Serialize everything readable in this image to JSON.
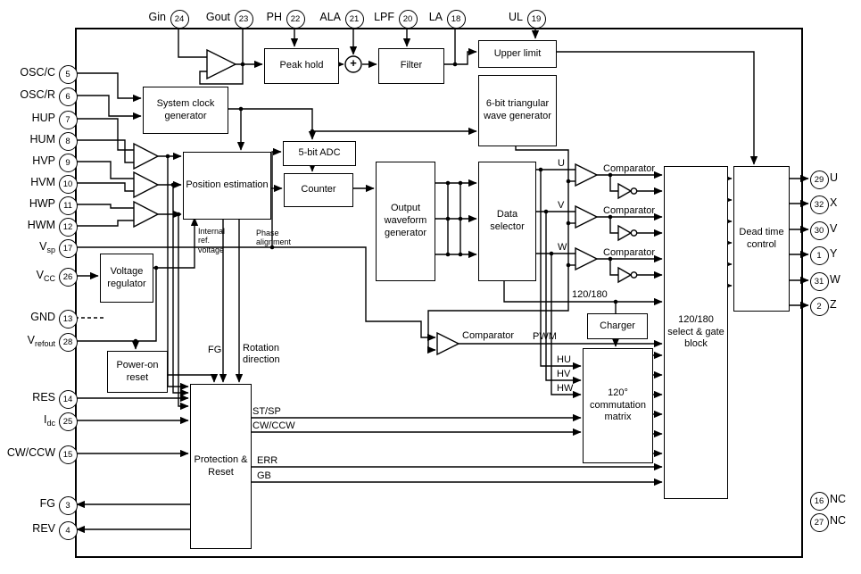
{
  "colors": {
    "background": "#ffffff",
    "line": "#000000"
  },
  "blocks": {
    "peak_hold": "Peak hold",
    "filter": "Filter",
    "upper_limit": "Upper limit",
    "tri_gen": "6-bit triangular wave generator",
    "sys_clock": "System clock generator",
    "pos_est": "Position estimation",
    "adc": "5-bit ADC",
    "counter": "Counter",
    "owg": "Output waveform generator",
    "data_sel": "Data selector",
    "dead_time": "Dead time control",
    "volt_reg": "Voltage regulator",
    "charger": "Charger",
    "power_on": "Power-on reset",
    "protection": "Protection & Reset",
    "comm_matrix": "120° commutation matrix",
    "gate_block": "120/180 select & gate block"
  },
  "labels": {
    "comparator_u": "Comparator",
    "comparator_v": "Comparator",
    "comparator_w": "Comparator",
    "comparator_pwm": "Comparator",
    "pwm": "PWM",
    "sig_u": "U",
    "sig_v": "V",
    "sig_w": "W",
    "hu": "HU",
    "hv": "HV",
    "hw": "HW",
    "mode": "120/180",
    "st_sp": "ST/SP",
    "cw_ccw": "CW/CCW",
    "err": "ERR",
    "gb": "GB",
    "fg": "FG",
    "rotation_direction": "Rotation direction",
    "internal_ref": "Internal ref. voltage",
    "phase_alignment": "Phase alignment",
    "sum_plus": "+"
  },
  "pins": {
    "top": [
      {
        "label": "Gin",
        "sub": "",
        "num": "24"
      },
      {
        "label": "Gout",
        "sub": "",
        "num": "23"
      },
      {
        "label": "PH",
        "sub": "",
        "num": "22"
      },
      {
        "label": "ALA",
        "sub": "",
        "num": "21"
      },
      {
        "label": "LPF",
        "sub": "",
        "num": "20"
      },
      {
        "label": "LA",
        "sub": "",
        "num": "18"
      },
      {
        "label": "UL",
        "sub": "",
        "num": "19"
      }
    ],
    "left": [
      {
        "label": "OSC/C",
        "sub": "",
        "num": "5"
      },
      {
        "label": "OSC/R",
        "sub": "",
        "num": "6"
      },
      {
        "label": "HUP",
        "sub": "",
        "num": "7"
      },
      {
        "label": "HUM",
        "sub": "",
        "num": "8"
      },
      {
        "label": "HVP",
        "sub": "",
        "num": "9"
      },
      {
        "label": "HVM",
        "sub": "",
        "num": "10"
      },
      {
        "label": "HWP",
        "sub": "",
        "num": "11"
      },
      {
        "label": "HWM",
        "sub": "",
        "num": "12"
      },
      {
        "label": "V",
        "sub": "sp",
        "num": "17"
      },
      {
        "label": "V",
        "sub": "CC",
        "num": "26"
      },
      {
        "label": "GND",
        "sub": "",
        "num": "13"
      },
      {
        "label": "V",
        "sub": "refout",
        "num": "28"
      },
      {
        "label": "RES",
        "sub": "",
        "num": "14"
      },
      {
        "label": "I",
        "sub": "dc",
        "num": "25"
      },
      {
        "label": "CW/CCW",
        "sub": "",
        "num": "15"
      },
      {
        "label": "FG",
        "sub": "",
        "num": "3"
      },
      {
        "label": "REV",
        "sub": "",
        "num": "4"
      }
    ],
    "right": [
      {
        "label": "U",
        "sub": "",
        "num": "29"
      },
      {
        "label": "X",
        "sub": "",
        "num": "32"
      },
      {
        "label": "V",
        "sub": "",
        "num": "30"
      },
      {
        "label": "Y",
        "sub": "",
        "num": "1"
      },
      {
        "label": "W",
        "sub": "",
        "num": "31"
      },
      {
        "label": "Z",
        "sub": "",
        "num": "2"
      },
      {
        "label": "NC",
        "sub": "",
        "num": "16"
      },
      {
        "label": "NC",
        "sub": "",
        "num": "27"
      }
    ]
  }
}
